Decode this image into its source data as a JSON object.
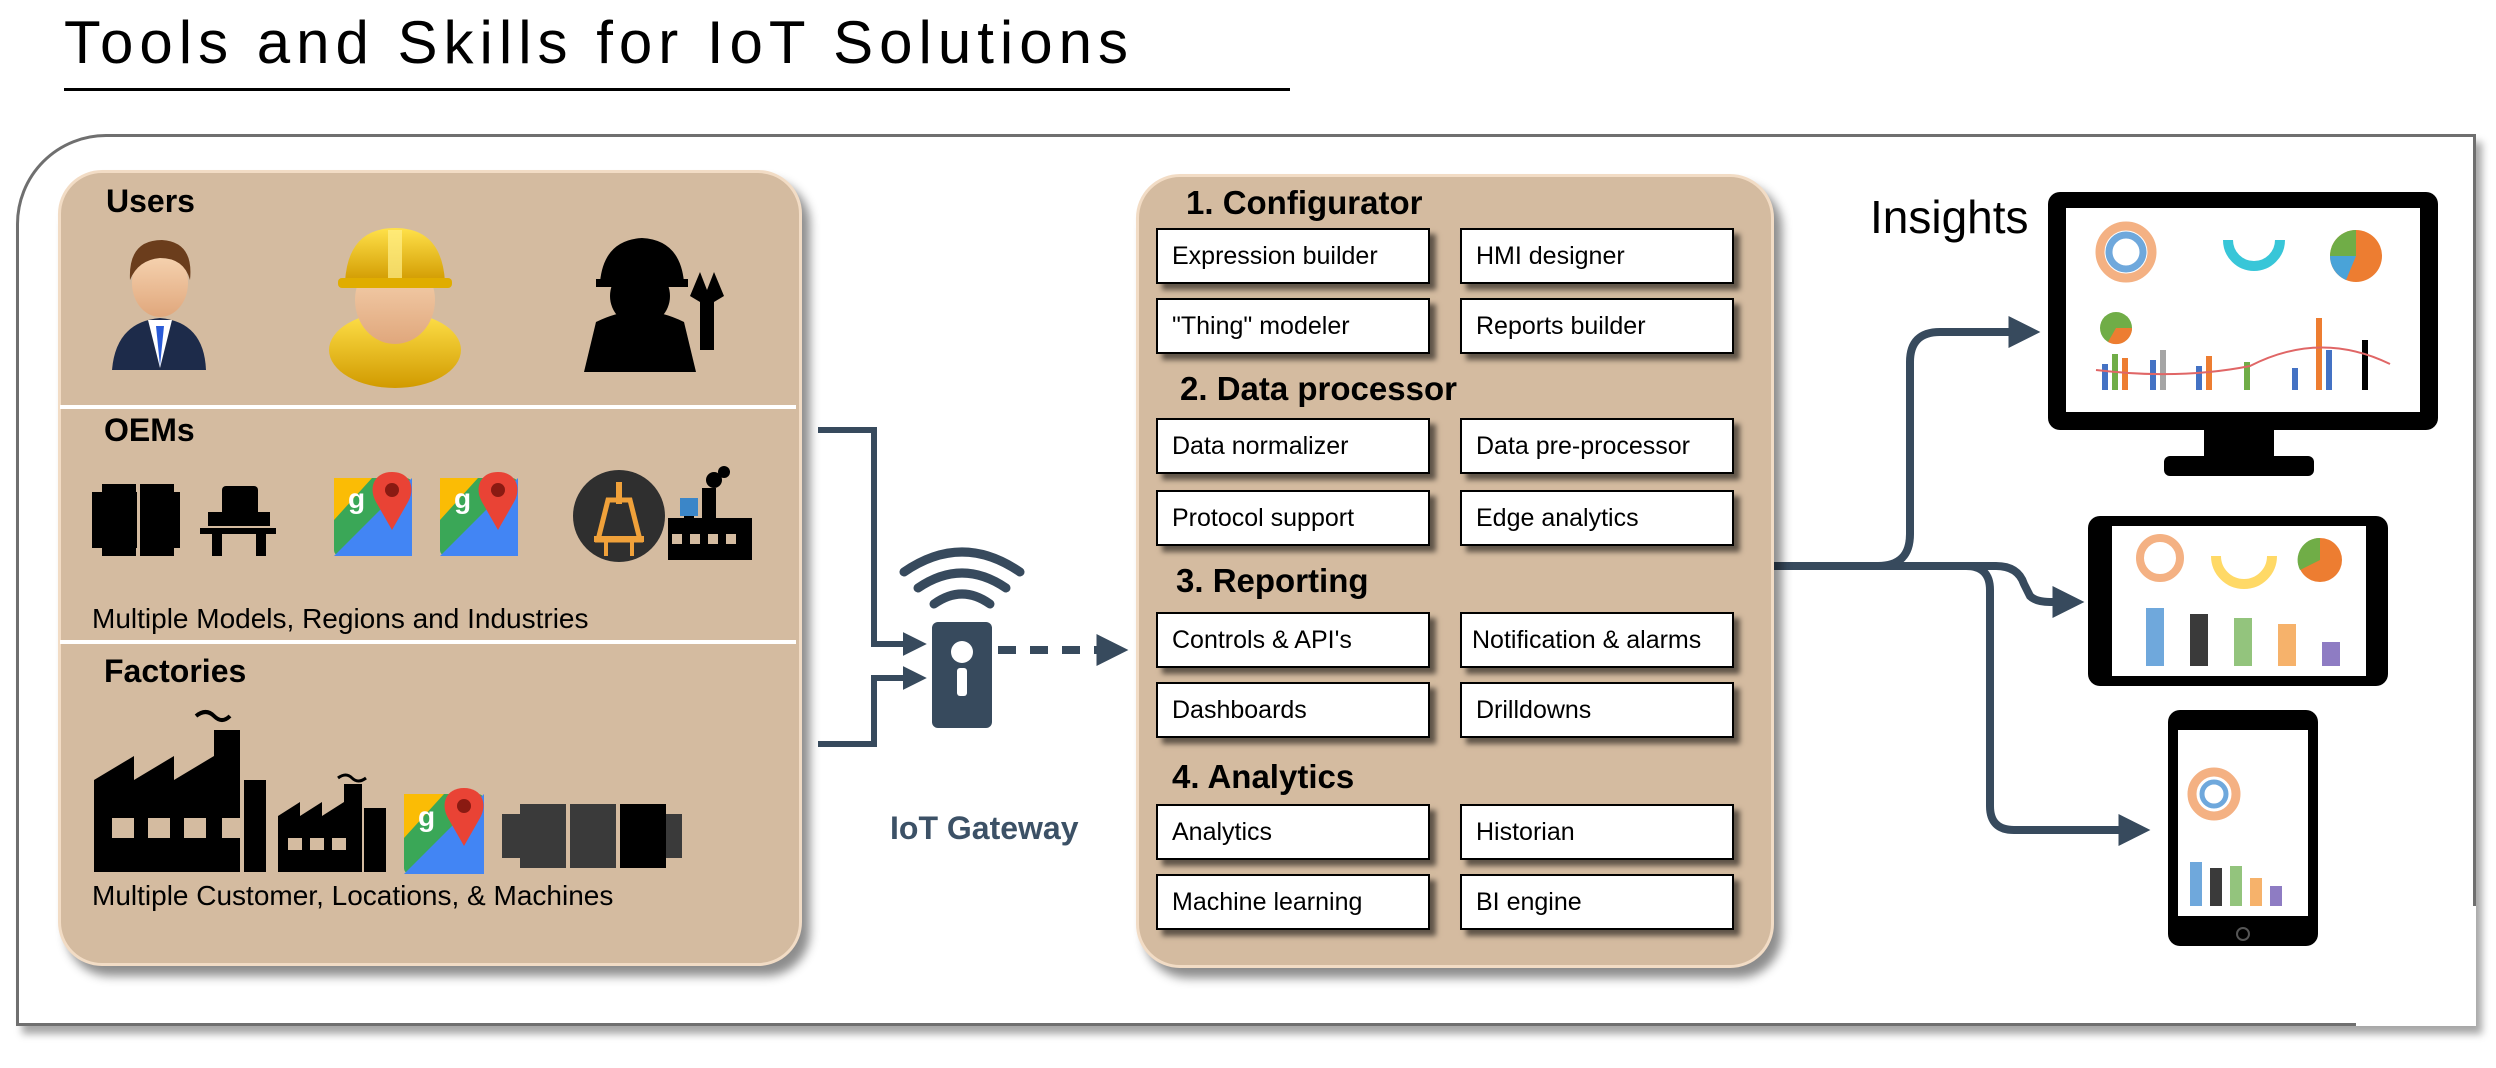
{
  "title": "Tools and Skills for IoT Solutions",
  "colors": {
    "panel": "#d4bba0",
    "connector": "#374a5d",
    "screen": "#000000"
  },
  "left": {
    "users": {
      "title": "Users",
      "icons": [
        "businessman-icon",
        "construction-worker-icon",
        "mechanic-icon"
      ]
    },
    "oems": {
      "title": "OEMs",
      "caption": "Multiple Models, Regions and Industries",
      "icons": [
        "machine-icon",
        "seat-icon",
        "map-icon",
        "map-icon",
        "oil-rig-icon",
        "factory-icon"
      ]
    },
    "factories": {
      "title": "Factories",
      "caption": "Multiple Customer, Locations, & Machines",
      "icons": [
        "factory-icon",
        "small-factory-icon",
        "map-icon",
        "machine-icon"
      ]
    }
  },
  "gateway": {
    "label": "IoT Gateway",
    "icon": "wireless-gateway-icon"
  },
  "sections": [
    {
      "title": "1. Configurator",
      "items": [
        "Expression builder",
        "HMI designer",
        "\"Thing\" modeler",
        "Reports builder"
      ]
    },
    {
      "title": "2. Data processor",
      "items": [
        "Data normalizer",
        "Data pre-processor",
        "Protocol support",
        "Edge analytics"
      ]
    },
    {
      "title": "3. Reporting",
      "items": [
        "Controls & API's",
        "Notification & alarms",
        "Dashboards",
        "Drilldowns"
      ]
    },
    {
      "title": "4. Analytics",
      "items": [
        "Analytics",
        "Historian",
        "Machine learning",
        "BI engine"
      ]
    }
  ],
  "insights": {
    "label": "Insights",
    "devices": [
      "desktop-monitor",
      "tablet-landscape",
      "tablet-portrait"
    ]
  }
}
